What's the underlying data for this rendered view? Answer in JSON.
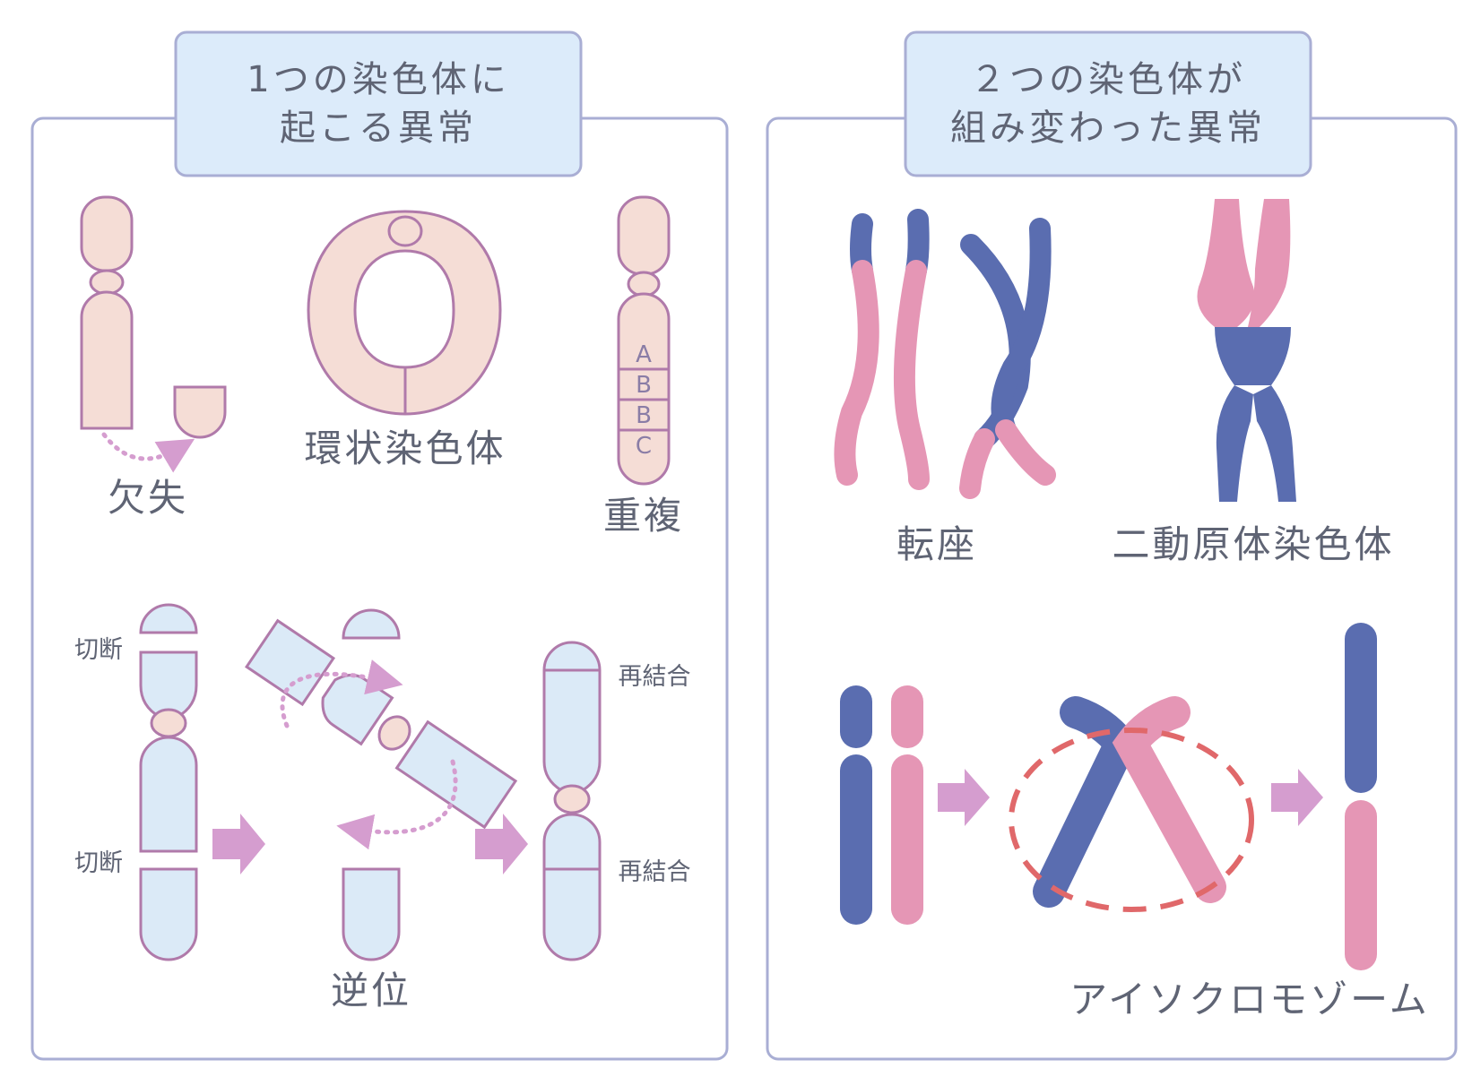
{
  "panel_left": {
    "title_line1": "1つの染色体に",
    "title_line2": "起こる異常",
    "labels": {
      "deletion": "欠失",
      "ring": "環状染色体",
      "duplication": "重複",
      "inversion": "逆位",
      "break_top": "切断",
      "break_bottom": "切断",
      "rejoin_top": "再結合",
      "rejoin_bottom": "再結合"
    },
    "bands": [
      "A",
      "B",
      "B",
      "C"
    ]
  },
  "panel_right": {
    "title_line1": "２つの染色体が",
    "title_line2": "組み変わった異常",
    "labels": {
      "translocation": "転座",
      "dicentric": "二動原体染色体",
      "isochromosome": "アイソクロモゾーム"
    }
  },
  "colors": {
    "frame": "#a9aed4",
    "title_fill": "#dcebfa",
    "peach": "#f5ddd6",
    "light_blue": "#dbeaf7",
    "outline": "#b07aaa",
    "arrow": "#d59dcf",
    "blue": "#5a6db0",
    "pink": "#e596b5",
    "red_dash": "#e0686a"
  }
}
